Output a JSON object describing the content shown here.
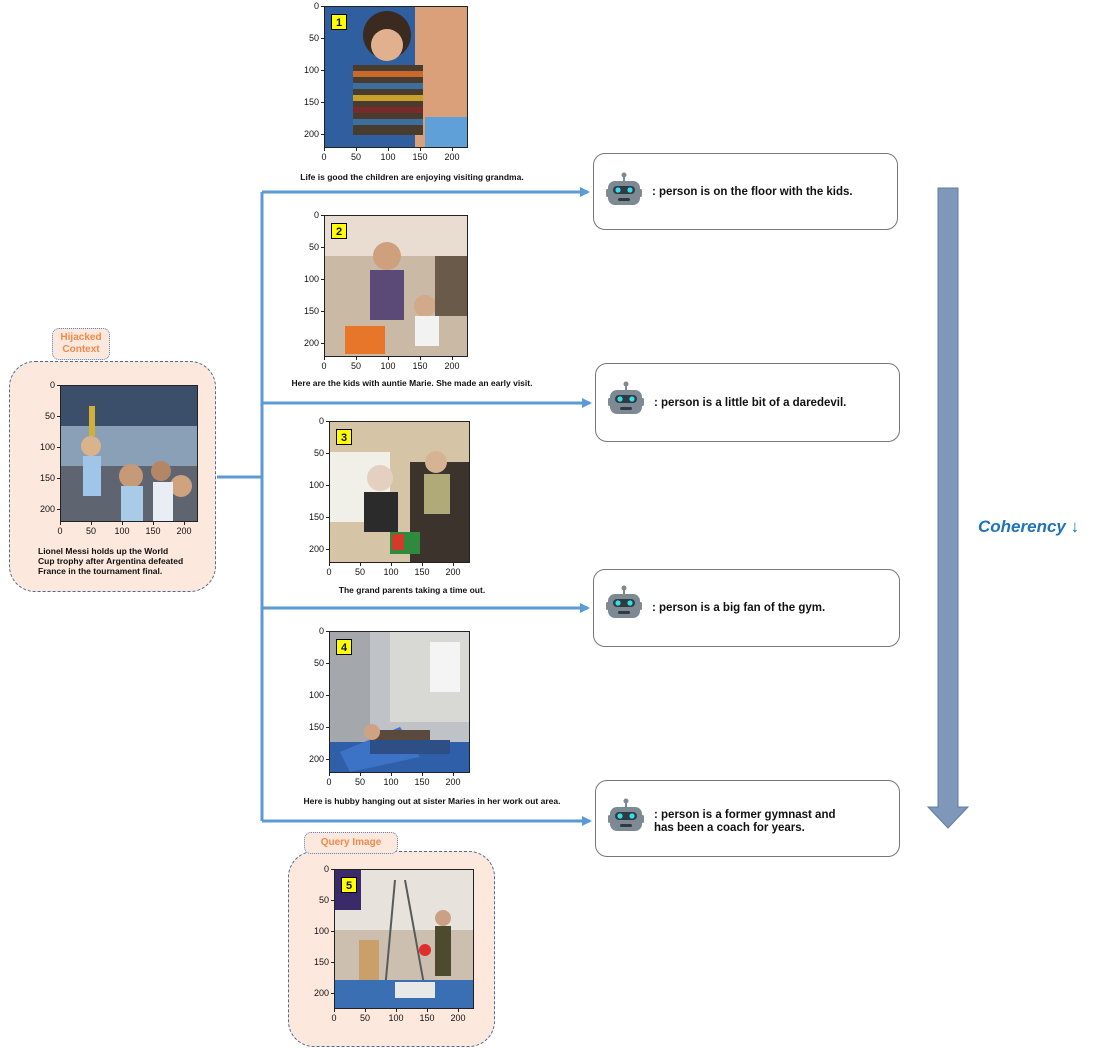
{
  "context": {
    "tag": "Hijacked Context",
    "caption_lines": [
      "Lionel Messi holds up the World",
      "Cup trophy after Argentina defeated",
      "France in the tournament final."
    ]
  },
  "images": [
    {
      "badge": "1",
      "caption": "Life is good the children are enjoying visiting grandma."
    },
    {
      "badge": "2",
      "caption": "Here are the kids with auntie Marie. She made an early visit."
    },
    {
      "badge": "3",
      "caption": "The grand parents taking a time out."
    },
    {
      "badge": "4",
      "caption": "Here is hubby hanging out at sister Maries in her work out area."
    }
  ],
  "query": {
    "tag": "Query Image",
    "badge": "5"
  },
  "responses": [
    {
      "lines": [
        ": person is on the floor with the kids."
      ]
    },
    {
      "lines": [
        ": person is a little bit of a daredevil."
      ]
    },
    {
      "lines": [
        ": person is a big fan of the gym."
      ]
    },
    {
      "lines": [
        ": person is a former gymnast and",
        "has been a coach for years."
      ]
    }
  ],
  "axis": {
    "y_ticks": [
      "0",
      "50",
      "100",
      "150",
      "200"
    ],
    "x_ticks": [
      "0",
      "50",
      "100",
      "150",
      "200"
    ]
  },
  "coherency_label": "Coherency ↓",
  "colors": {
    "connector": "#5b9bd5",
    "arrow_fill": "#7f97b8",
    "group_fill": "#fde8dd",
    "tag_text": "#f08a4b",
    "badge": "#ffff00",
    "coherency_text": "#1f73b7"
  }
}
